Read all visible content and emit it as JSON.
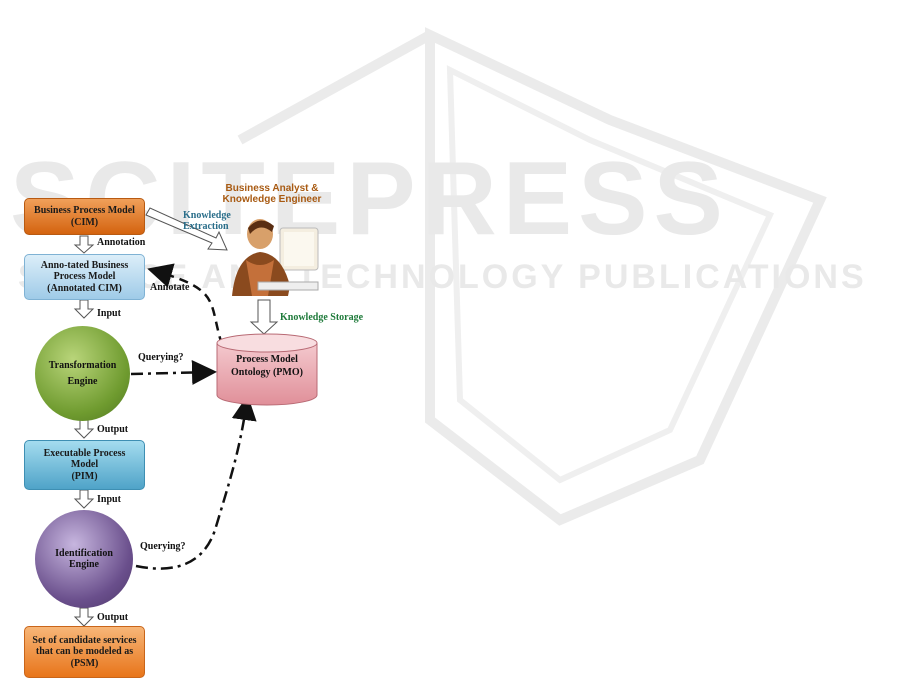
{
  "watermark": {
    "title": "SCITEPRESS",
    "subtitle": "SCIENCE AND TECHNOLOGY PUBLICATIONS"
  },
  "nodes": {
    "bpm": "Business Process Model\n(CIM)",
    "annotated": "Anno-tated Business\nProcess Model\n(Annotated CIM)",
    "transformation": "Transformation\nEngine",
    "executable": "Executable Process\nModel\n(PIM)",
    "identification": "Identification\nEngine",
    "candidate": "Set of candidate services\nthat can be modeled as\n(PSM)",
    "pmo": "Process Model\nOntology (PMO)",
    "analyst": "Business Analyst &\nKnowledge Engineer"
  },
  "edges": {
    "annotation": "Annotation",
    "input1": "Input",
    "output1": "Output",
    "input2": "Input",
    "output2": "Output",
    "knowledge_extraction": "Knowledge\nExtraction",
    "knowledge_storage": "Knowledge Storage",
    "annotate": "Annotate",
    "querying1": "Querying?",
    "querying2": "Querying?"
  },
  "colors": {
    "orange": "#e8751a",
    "light_blue": "#a9d1ea",
    "green_circle": "#6f9b2f",
    "purple_circle": "#6a4f8c",
    "pmo_pink": "#e8a5ad"
  }
}
